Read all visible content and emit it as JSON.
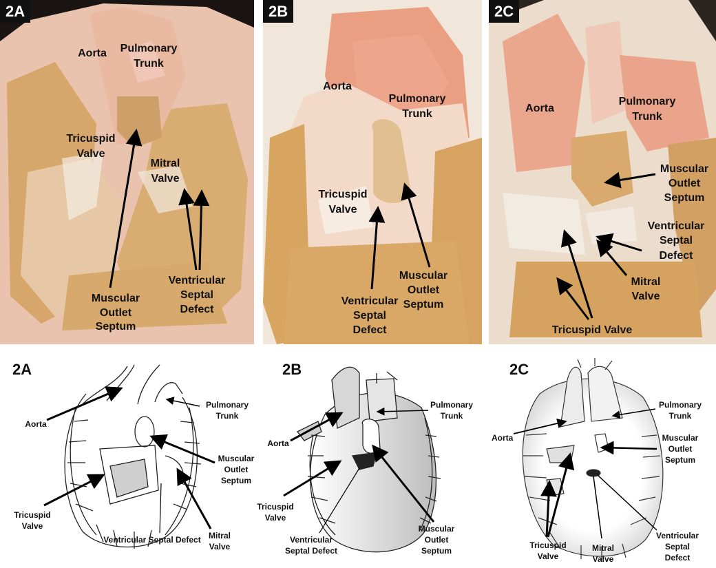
{
  "colors": {
    "tissue": "#e8a77f",
    "muscle": "#d9ac72",
    "pale": "#eee0cf",
    "background": "#141414"
  },
  "photos": [
    {
      "tag": "2A",
      "labels": {
        "aorta": "Aorta",
        "pulmonary_trunk_1": "Pulmonary",
        "pulmonary_trunk_2": "Trunk",
        "tricuspid_1": "Tricuspid",
        "tricuspid_2": "Valve",
        "mitral_1": "Mitral",
        "mitral_2": "Valve",
        "mos_1": "Muscular",
        "mos_2": "Outlet",
        "mos_3": "Septum",
        "vsd_1": "Ventricular",
        "vsd_2": "Septal",
        "vsd_3": "Defect"
      }
    },
    {
      "tag": "2B",
      "labels": {
        "aorta": "Aorta",
        "pulmonary_trunk_1": "Pulmonary",
        "pulmonary_trunk_2": "Trunk",
        "tricuspid_1": "Tricuspid",
        "tricuspid_2": "Valve",
        "mos_1": "Muscular",
        "mos_2": "Outlet",
        "mos_3": "Septum",
        "vsd_1": "Ventricular",
        "vsd_2": "Septal",
        "vsd_3": "Defect"
      }
    },
    {
      "tag": "2C",
      "labels": {
        "aorta": "Aorta",
        "pulmonary_trunk_1": "Pulmonary",
        "pulmonary_trunk_2": "Trunk",
        "mos_1": "Muscular",
        "mos_2": "Outlet",
        "mos_3": "Septum",
        "vsd_1": "Ventricular",
        "vsd_2": "Septal",
        "vsd_3": "Defect",
        "mitral_1": "Mitral",
        "mitral_2": "Valve",
        "tricuspid": "Tricuspid Valve"
      }
    }
  ],
  "drawings": [
    {
      "tag": "2A",
      "labels": {
        "aorta": "Aorta",
        "pulmonary_1": "Pulmonary",
        "pulmonary_2": "Trunk",
        "mos_1": "Muscular",
        "mos_2": "Outlet",
        "mos_3": "Septum",
        "tricuspid_1": "Tricuspid",
        "tricuspid_2": "Valve",
        "mitral_1": "Mitral",
        "mitral_2": "Valve",
        "vsd": "Ventricular Septal Defect"
      }
    },
    {
      "tag": "2B",
      "labels": {
        "aorta": "Aorta",
        "pulmonary_1": "Pulmonary",
        "pulmonary_2": "Trunk",
        "tricuspid_1": "Tricuspid",
        "tricuspid_2": "Valve",
        "vsd_1": "Ventricular",
        "vsd_2": "Septal Defect",
        "mos_1": "Muscular",
        "mos_2": "Outlet",
        "mos_3": "Septum"
      }
    },
    {
      "tag": "2C",
      "labels": {
        "aorta": "Aorta",
        "pulmonary_1": "Pulmonary",
        "pulmonary_2": "Trunk",
        "mos_1": "Muscular",
        "mos_2": "Outlet",
        "mos_3": "Septum",
        "tricuspid_1": "Tricuspid",
        "tricuspid_2": "Valve",
        "mitral_1": "Mitral",
        "mitral_2": "Valve",
        "vsd_1": "Ventricular",
        "vsd_2": "Septal",
        "vsd_3": "Defect"
      }
    }
  ]
}
